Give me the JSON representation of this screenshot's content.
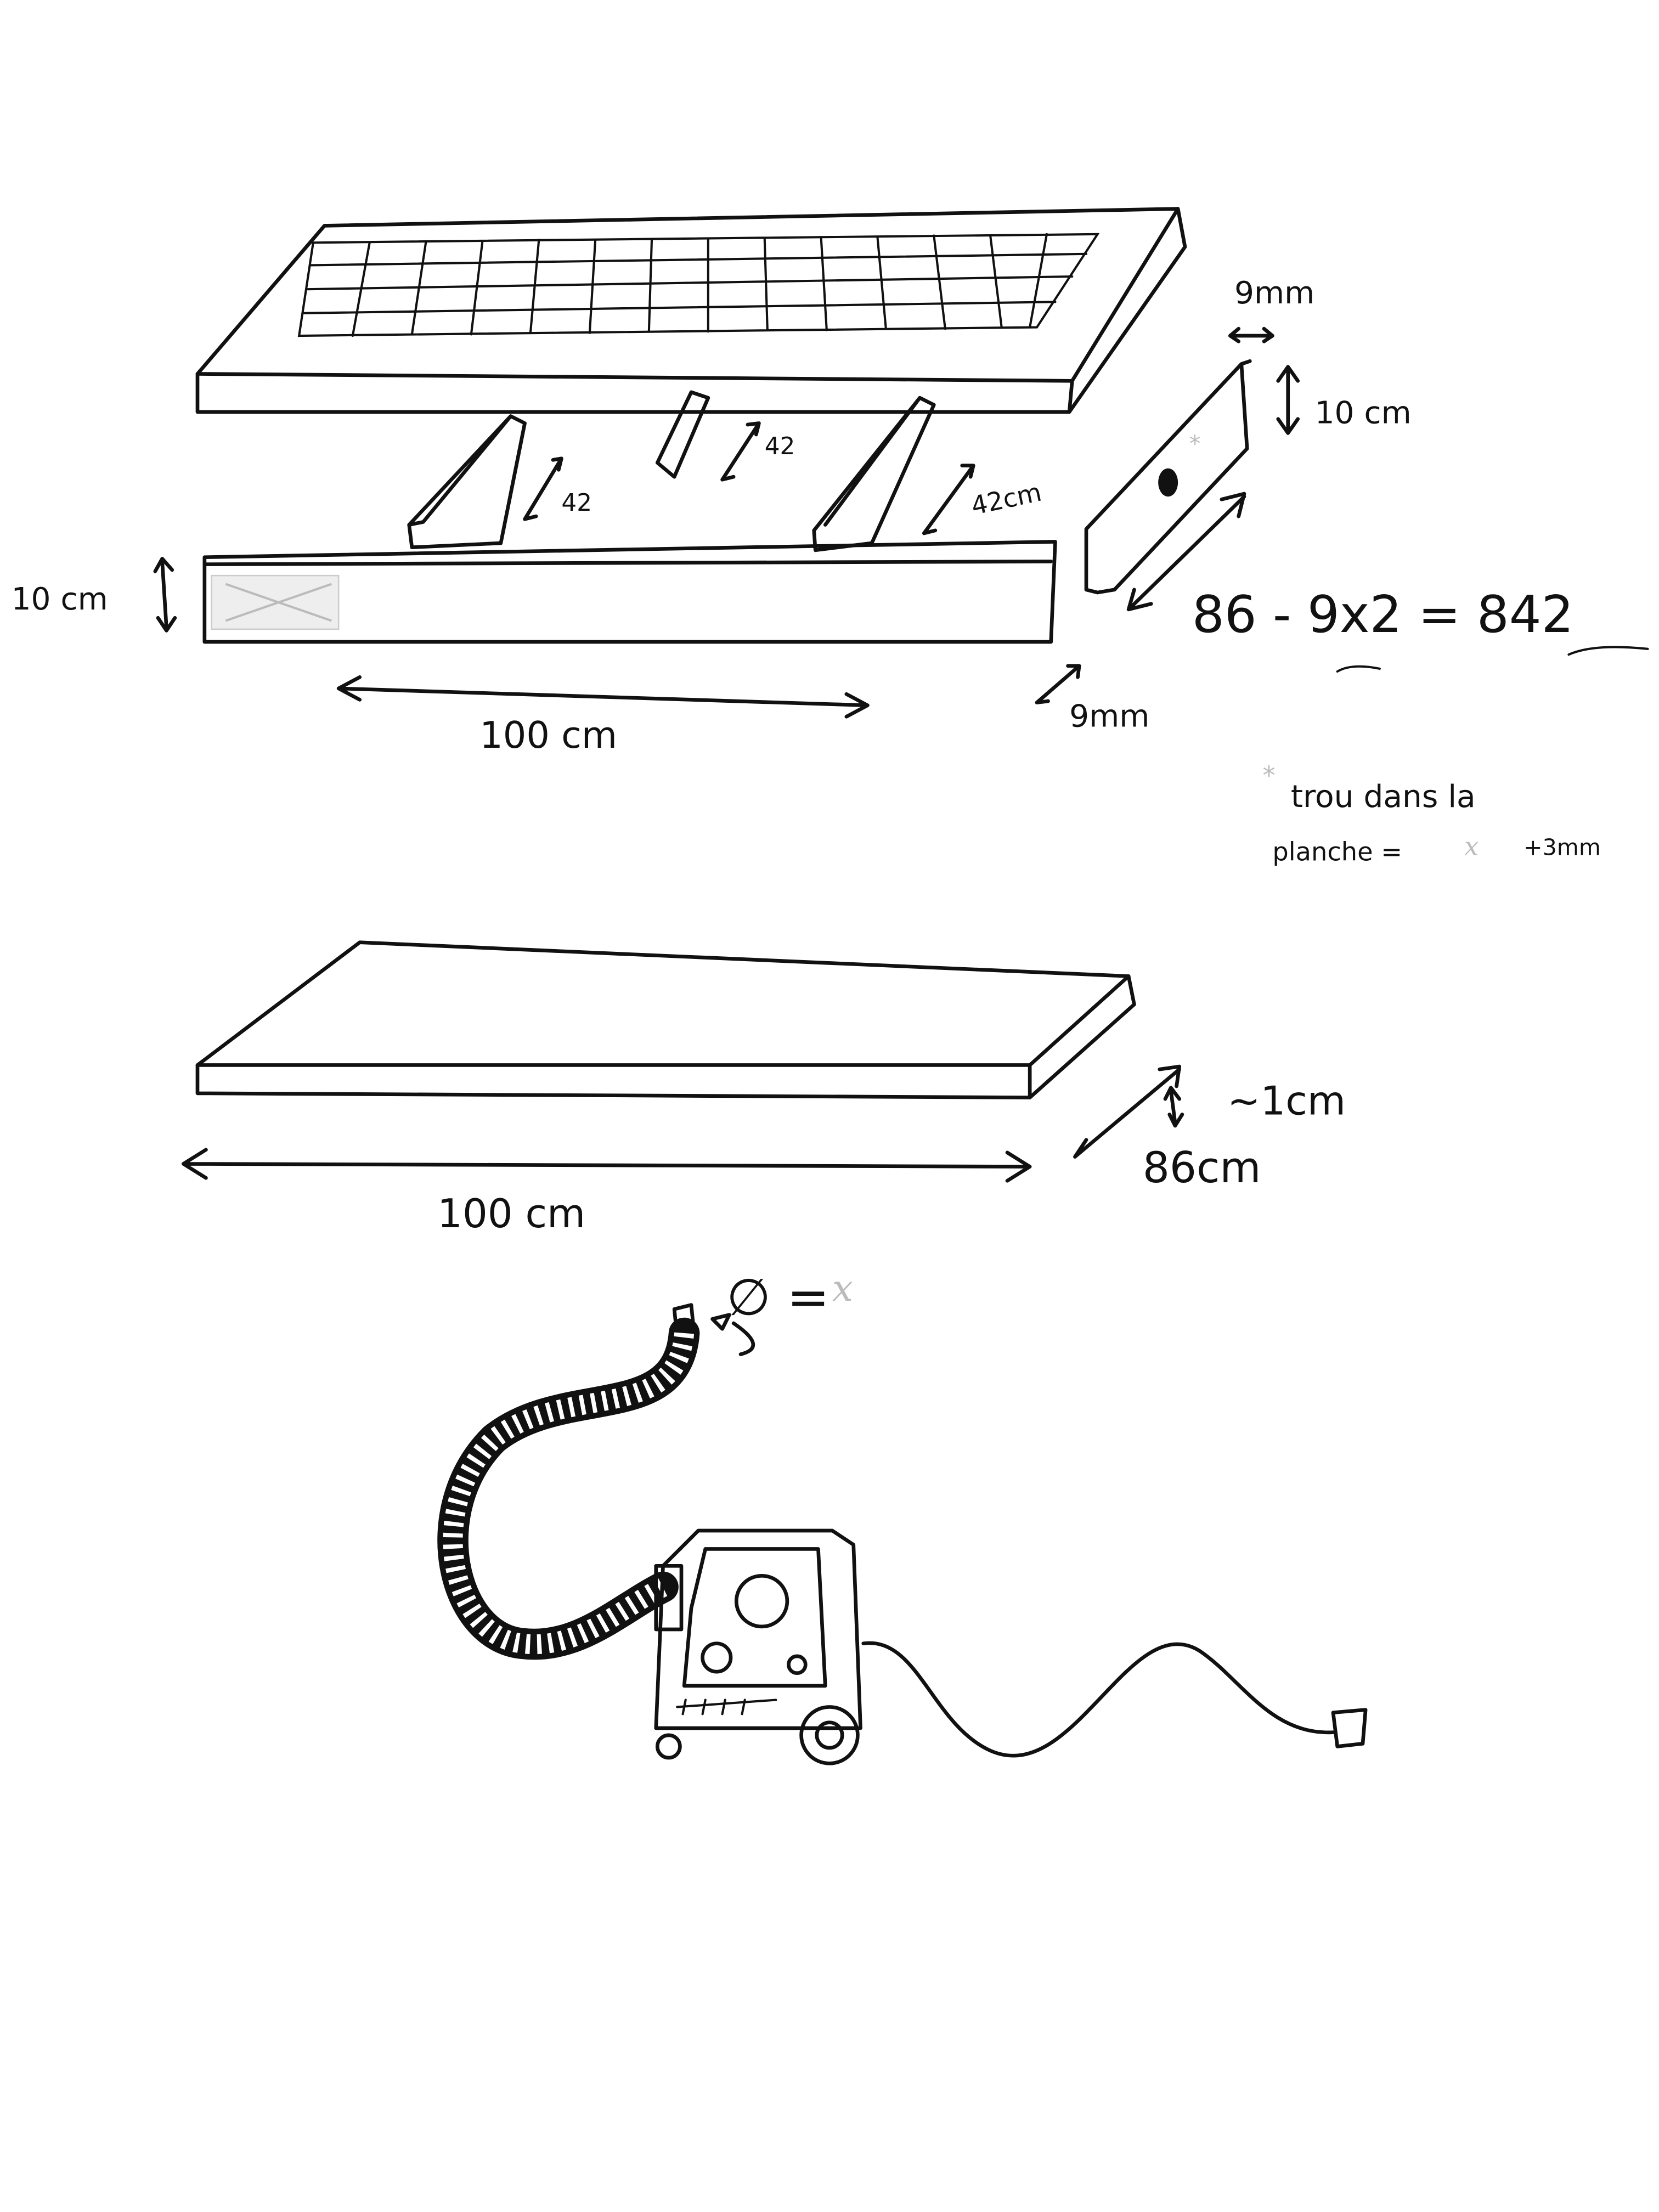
{
  "sketch": {
    "tray": {
      "spacer_labels": [
        "42",
        "42",
        "42cm"
      ]
    },
    "beam": {
      "height_label": "10 cm",
      "length_label": "100 cm",
      "thickness_label": "9mm"
    },
    "side_board": {
      "thickness_label": "9mm",
      "height_label": "10 cm",
      "formula": "86 - 9x2 = 842",
      "hole_marker": "*"
    },
    "note": {
      "line1": "trou dans la",
      "line2_prefix": "planche =",
      "line2_var": "x",
      "line2_suffix": "+3mm"
    },
    "base_board": {
      "thickness_label": "~1cm",
      "depth_label": "86cm",
      "length_label": "100 cm"
    },
    "hose": {
      "diameter_symbol": "∅ =",
      "diameter_var": "x"
    }
  }
}
